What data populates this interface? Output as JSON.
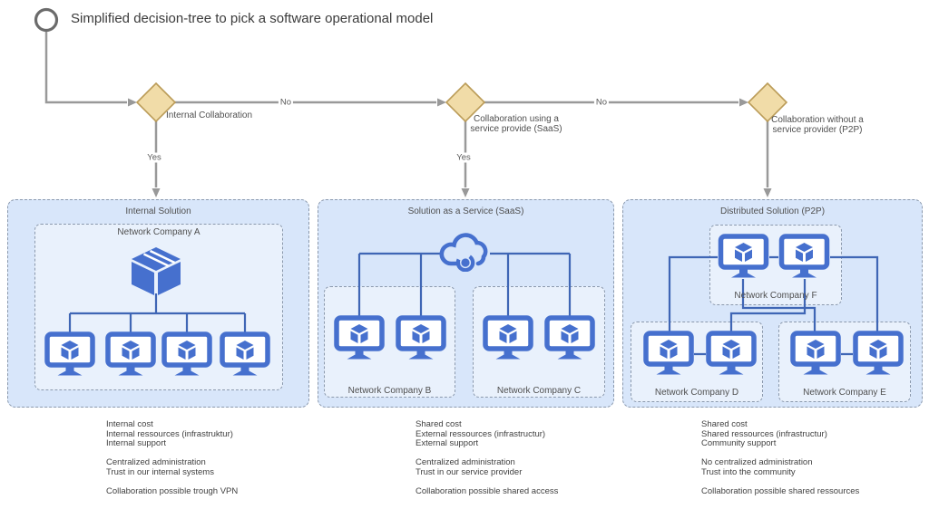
{
  "title": "Simplified decision-tree to pick a software operational model",
  "flow": {
    "decision1": {
      "label": "Internal Collaboration",
      "no": "No",
      "yes": "Yes"
    },
    "decision2": {
      "label": "Collaboration using a\nservice provide (SaaS)",
      "no": "No",
      "yes": "Yes"
    },
    "decision3": {
      "label": "Collaboration without a\nservice provider (P2P)"
    }
  },
  "solutions": [
    {
      "title": "Internal Solution",
      "networks": [
        {
          "name": "Network Company A"
        }
      ],
      "notes": "Internal cost\nInternal ressources (infrastruktur)\nInternal support\n\nCentralized administration\nTrust in our internal systems\n\nCollaboration possible trough VPN"
    },
    {
      "title": "Solution as a Service (SaaS)",
      "networks": [
        {
          "name": "Network Company B"
        },
        {
          "name": "Network Company C"
        }
      ],
      "notes": "Shared cost\nExternal ressources (infrastructur)\nExternal support\n\nCentralized administration\nTrust in our service provider\n\nCollaboration possible shared access"
    },
    {
      "title": "Distributed Solution (P2P)",
      "networks": [
        {
          "name": "Network Company F"
        },
        {
          "name": "Network Company D"
        },
        {
          "name": "Network Company E"
        }
      ],
      "notes": "Shared cost\nShared ressources (infrastructur)\nCommunity support\n\nNo centralized administration\nTrust into the community\n\nCollaboration possible shared ressources"
    }
  ],
  "colors": {
    "diamond_fill": "#F1DCA8",
    "diamond_stroke": "#BB9C58",
    "box_fill": "#D8E6FA",
    "box_stroke": "#8B99AD",
    "icon_blue": "#4670CE",
    "line_blue": "#3F66B5",
    "flow_gray": "#999999"
  }
}
